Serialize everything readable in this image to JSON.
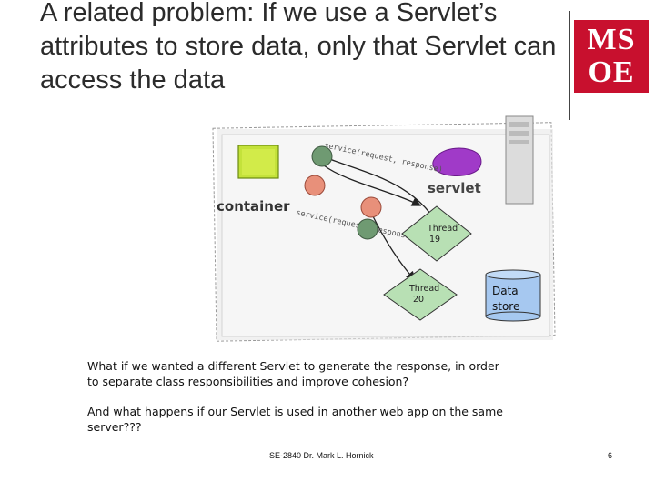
{
  "slide": {
    "title": "A related problem: If we use a Servlet’s attributes to store data, only that Servlet can access the data",
    "logo_line1": "MS",
    "logo_line2": "OE",
    "question1": "What if we wanted a different Servlet to generate the response, in order to separate class responsibilities and improve cohesion?",
    "question2": "And what happens if our Servlet is used in another web app on the same server???",
    "footer": "SE-2840 Dr. Mark L. Hornick",
    "page_number": "6"
  },
  "diagram": {
    "container_label": "container",
    "servlet_label": "servlet",
    "service_call_1": "service(request, response)",
    "service_call_2": "service(request, response)",
    "thread_19": [
      "Thread",
      "19"
    ],
    "thread_20": [
      "Thread",
      "20"
    ],
    "data_store": [
      "Data",
      "store"
    ]
  },
  "colors": {
    "brand_red": "#c8102e",
    "thread_fill": "#b8e0b4",
    "data_store_fill": "#a6c8f0",
    "circle_green": "#6f9a72",
    "circle_salmon": "#e8907a"
  }
}
